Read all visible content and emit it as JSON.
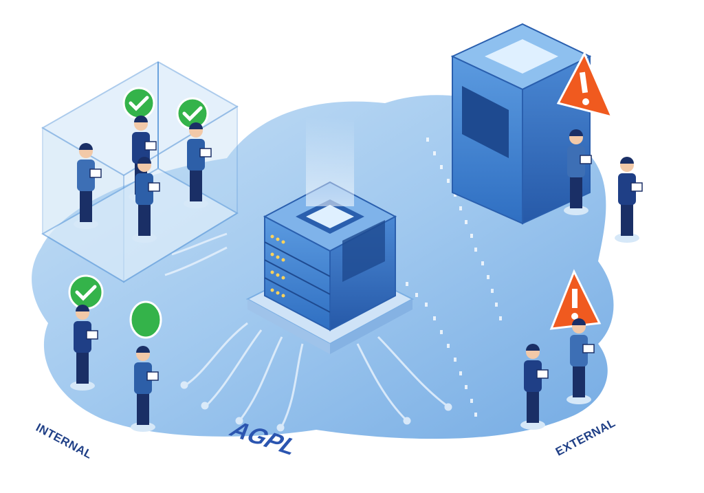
{
  "labels": {
    "internal": "INTERNAL",
    "agpl": "AGPL",
    "external": "EXTERNAL"
  },
  "icons": {
    "check": "check-badge-icon",
    "warning": "warning-triangle-icon",
    "server": "server-stack-icon",
    "person": "person-icon"
  },
  "colors": {
    "floor": "#8fbdea",
    "floor_light": "#b9d8f3",
    "server_top": "#7fb3ea",
    "server_side": "#3d7fd0",
    "server_dark": "#2a5fae",
    "check": "#34b34a",
    "warning": "#f05a1f",
    "suit": "#1f3f86",
    "text": "#1f3f86"
  }
}
